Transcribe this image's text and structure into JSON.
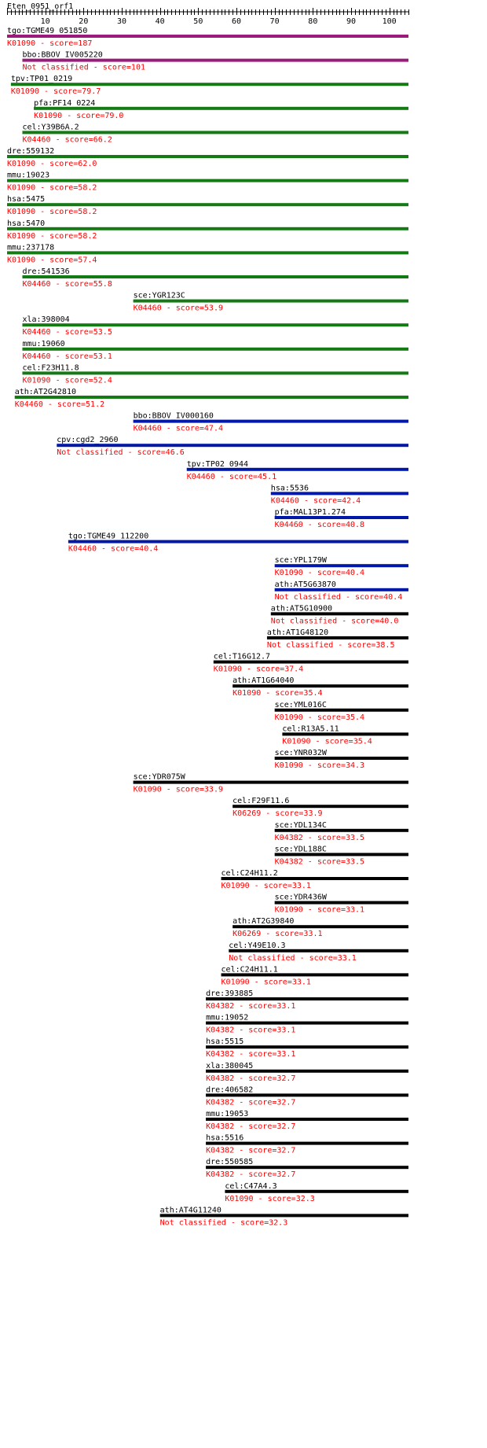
{
  "query_title": "Eten_0951_orf1",
  "ruler": {
    "min": 0,
    "max": 105,
    "major_tick_labels": [
      "10",
      "20",
      "30",
      "40",
      "50",
      "60",
      "70",
      "80",
      "90",
      "100"
    ]
  },
  "bar_colors": {
    "magenta": "#9b1b7b",
    "green": "#147a14",
    "blue": "#0018a8",
    "black": "#000000"
  },
  "hits": [
    {
      "name": "tgo:TGME49_051850",
      "info": "K01090 - score=187",
      "start": 0,
      "color": "magenta"
    },
    {
      "name": "bbo:BBOV_IV005220",
      "info": "Not classified - score=101",
      "start": 4,
      "color": "magenta"
    },
    {
      "name": "tpv:TP01_0219",
      "info": "K01090 - score=79.7",
      "start": 1,
      "color": "green"
    },
    {
      "name": "pfa:PF14_0224",
      "info": "K01090 - score=79.0",
      "start": 7,
      "color": "green"
    },
    {
      "name": "cel:Y39B6A.2",
      "info": "K04460 - score=66.2",
      "start": 4,
      "color": "green"
    },
    {
      "name": "dre:559132",
      "info": "K01090 - score=62.0",
      "start": 0,
      "color": "green"
    },
    {
      "name": "mmu:19023",
      "info": "K01090 - score=58.2",
      "start": 0,
      "color": "green"
    },
    {
      "name": "hsa:5475",
      "info": "K01090 - score=58.2",
      "start": 0,
      "color": "green"
    },
    {
      "name": "hsa:5470",
      "info": "K01090 - score=58.2",
      "start": 0,
      "color": "green"
    },
    {
      "name": "mmu:237178",
      "info": "K01090 - score=57.4",
      "start": 0,
      "color": "green"
    },
    {
      "name": "dre:541536",
      "info": "K04460 - score=55.8",
      "start": 4,
      "color": "green"
    },
    {
      "name": "sce:YGR123C",
      "info": "K04460 - score=53.9",
      "start": 33,
      "color": "green"
    },
    {
      "name": "xla:398004",
      "info": "K04460 - score=53.5",
      "start": 4,
      "color": "green"
    },
    {
      "name": "mmu:19060",
      "info": "K04460 - score=53.1",
      "start": 4,
      "color": "green"
    },
    {
      "name": "cel:F23H11.8",
      "info": "K01090 - score=52.4",
      "start": 4,
      "color": "green"
    },
    {
      "name": "ath:AT2G42810",
      "info": "K04460 - score=51.2",
      "start": 2,
      "color": "green"
    },
    {
      "name": "bbo:BBOV_IV000160",
      "info": "K04460 - score=47.4",
      "start": 33,
      "color": "blue"
    },
    {
      "name": "cpv:cgd2_2960",
      "info": "Not classified - score=46.6",
      "start": 13,
      "color": "blue"
    },
    {
      "name": "tpv:TP02_0944",
      "info": "K04460 - score=45.1",
      "start": 47,
      "color": "blue"
    },
    {
      "name": "hsa:5536",
      "info": "K04460 - score=42.4",
      "start": 69,
      "color": "blue"
    },
    {
      "name": "pfa:MAL13P1.274",
      "info": "K04460 - score=40.8",
      "start": 70,
      "color": "blue"
    },
    {
      "name": "tgo:TGME49_112200",
      "info": "K04460 - score=40.4",
      "start": 16,
      "color": "blue"
    },
    {
      "name": "sce:YPL179W",
      "info": "K01090 - score=40.4",
      "start": 70,
      "color": "blue"
    },
    {
      "name": "ath:AT5G63870",
      "info": "Not classified - score=40.4",
      "start": 70,
      "color": "blue"
    },
    {
      "name": "ath:AT5G10900",
      "info": "Not classified - score=40.0",
      "start": 69,
      "color": "black"
    },
    {
      "name": "ath:AT1G48120",
      "info": "Not classified - score=38.5",
      "start": 68,
      "color": "black"
    },
    {
      "name": "cel:T16G12.7",
      "info": "K01090 - score=37.4",
      "start": 54,
      "color": "black"
    },
    {
      "name": "ath:AT1G64040",
      "info": "K01090 - score=35.4",
      "start": 59,
      "color": "black"
    },
    {
      "name": "sce:YML016C",
      "info": "K01090 - score=35.4",
      "start": 70,
      "color": "black"
    },
    {
      "name": "cel:R13A5.11",
      "info": "K01090 - score=35.4",
      "start": 72,
      "color": "black"
    },
    {
      "name": "sce:YNR032W",
      "info": "K01090 - score=34.3",
      "start": 70,
      "color": "black"
    },
    {
      "name": "sce:YDR075W",
      "info": "K01090 - score=33.9",
      "start": 33,
      "color": "black"
    },
    {
      "name": "cel:F29F11.6",
      "info": "K06269 - score=33.9",
      "start": 59,
      "color": "black"
    },
    {
      "name": "sce:YDL134C",
      "info": "K04382 - score=33.5",
      "start": 70,
      "color": "black"
    },
    {
      "name": "sce:YDL188C",
      "info": "K04382 - score=33.5",
      "start": 70,
      "color": "black"
    },
    {
      "name": "cel:C24H11.2",
      "info": "K01090 - score=33.1",
      "start": 56,
      "color": "black"
    },
    {
      "name": "sce:YDR436W",
      "info": "K01090 - score=33.1",
      "start": 70,
      "color": "black"
    },
    {
      "name": "ath:AT2G39840",
      "info": "K06269 - score=33.1",
      "start": 59,
      "color": "black"
    },
    {
      "name": "cel:Y49E10.3",
      "info": "Not classified - score=33.1",
      "start": 58,
      "color": "black"
    },
    {
      "name": "cel:C24H11.1",
      "info": "K01090 - score=33.1",
      "start": 56,
      "color": "black"
    },
    {
      "name": "dre:393885",
      "info": "K04382 - score=33.1",
      "start": 52,
      "color": "black"
    },
    {
      "name": "mmu:19052",
      "info": "K04382 - score=33.1",
      "start": 52,
      "color": "black"
    },
    {
      "name": "hsa:5515",
      "info": "K04382 - score=33.1",
      "start": 52,
      "color": "black"
    },
    {
      "name": "xla:380045",
      "info": "K04382 - score=32.7",
      "start": 52,
      "color": "black"
    },
    {
      "name": "dre:406582",
      "info": "K04382 - score=32.7",
      "start": 52,
      "color": "black"
    },
    {
      "name": "mmu:19053",
      "info": "K04382 - score=32.7",
      "start": 52,
      "color": "black"
    },
    {
      "name": "hsa:5516",
      "info": "K04382 - score=32.7",
      "start": 52,
      "color": "black"
    },
    {
      "name": "dre:550585",
      "info": "K04382 - score=32.7",
      "start": 52,
      "color": "black"
    },
    {
      "name": "cel:C47A4.3",
      "info": "K01090 - score=32.3",
      "start": 57,
      "color": "black"
    },
    {
      "name": "ath:AT4G11240",
      "info": "Not classified - score=32.3",
      "start": 40,
      "color": "black"
    }
  ]
}
